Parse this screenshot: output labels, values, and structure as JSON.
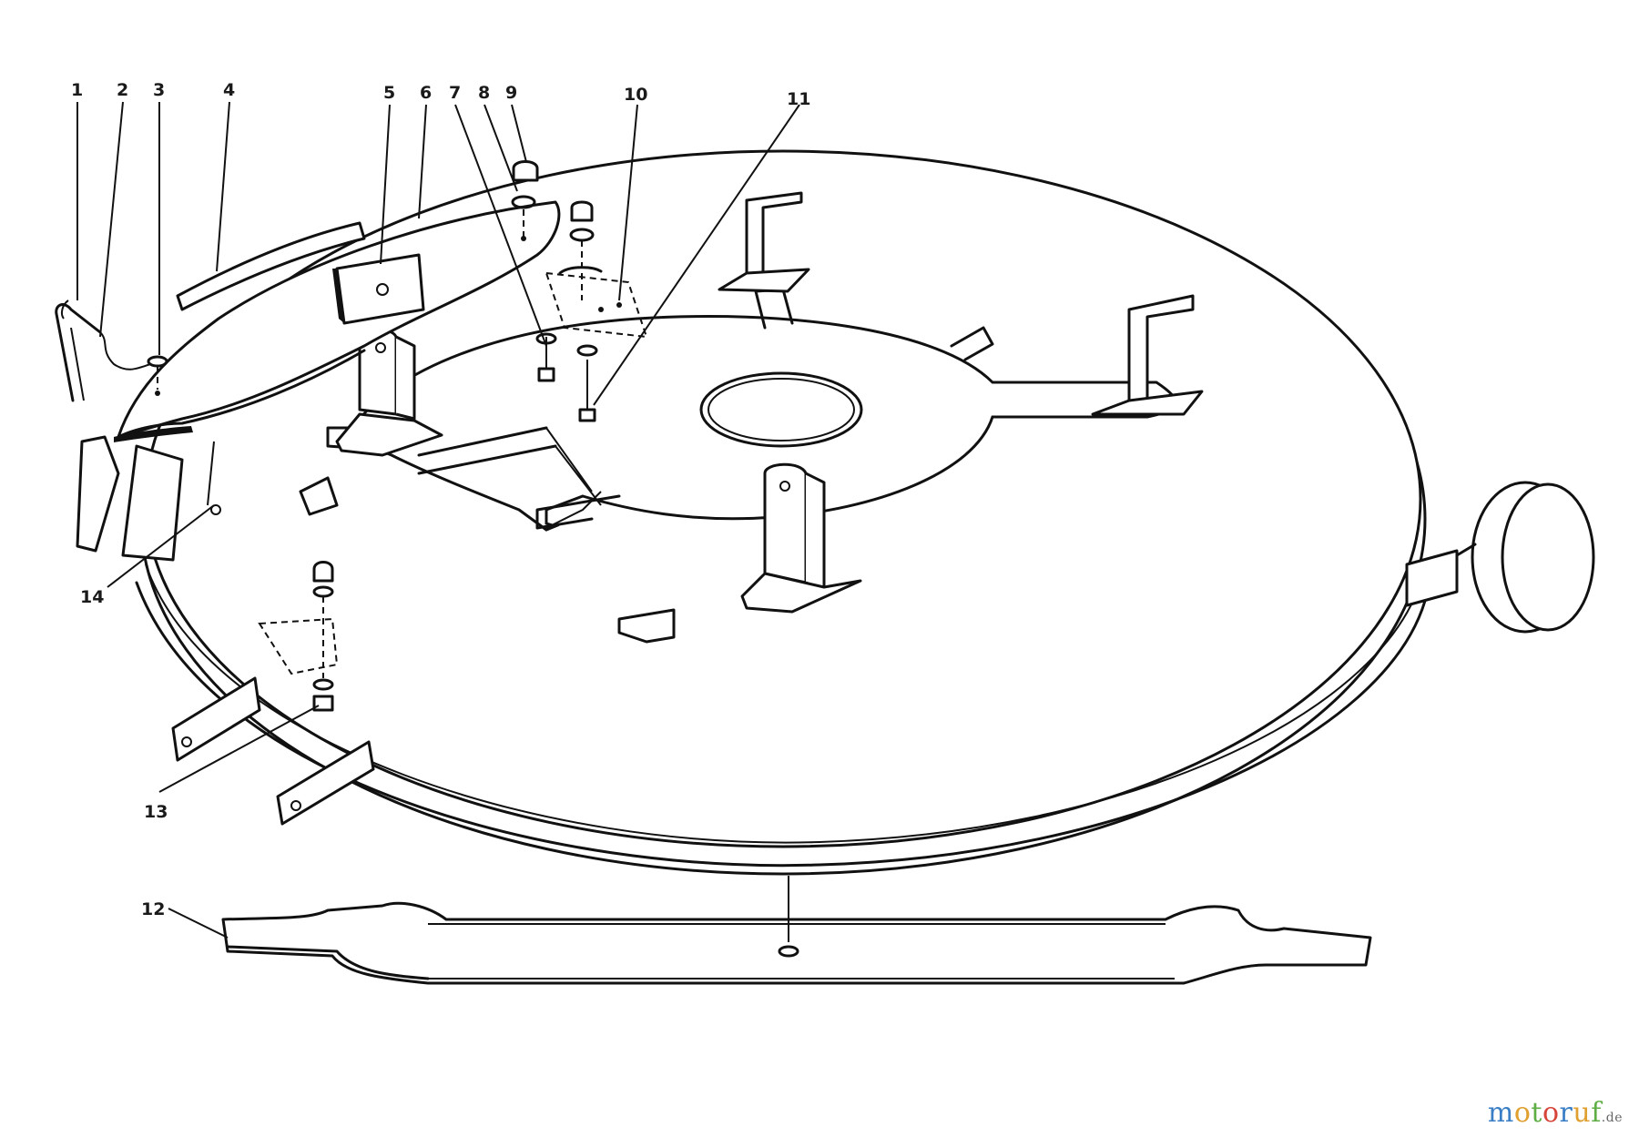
{
  "callouts": [
    {
      "label": "1",
      "part": "hairpin-cotter"
    },
    {
      "label": "2",
      "part": "cable"
    },
    {
      "label": "3",
      "part": "washer"
    },
    {
      "label": "4",
      "part": "chute-deflector"
    },
    {
      "label": "5",
      "part": "pad"
    },
    {
      "label": "6",
      "part": "discharge-chute"
    },
    {
      "label": "7",
      "part": "screw"
    },
    {
      "label": "8",
      "part": "washer"
    },
    {
      "label": "9",
      "part": "nut"
    },
    {
      "label": "10",
      "part": "bracket"
    },
    {
      "label": "11",
      "part": "bolt"
    },
    {
      "label": "12",
      "part": "blade"
    },
    {
      "label": "13",
      "part": "hitch-bracket-bolt"
    },
    {
      "label": "14",
      "part": "chute-screw"
    }
  ],
  "watermark": {
    "brand_letters": [
      "m",
      "o",
      "t",
      "o",
      "r",
      "u",
      "f"
    ],
    "suffix": ".de"
  }
}
